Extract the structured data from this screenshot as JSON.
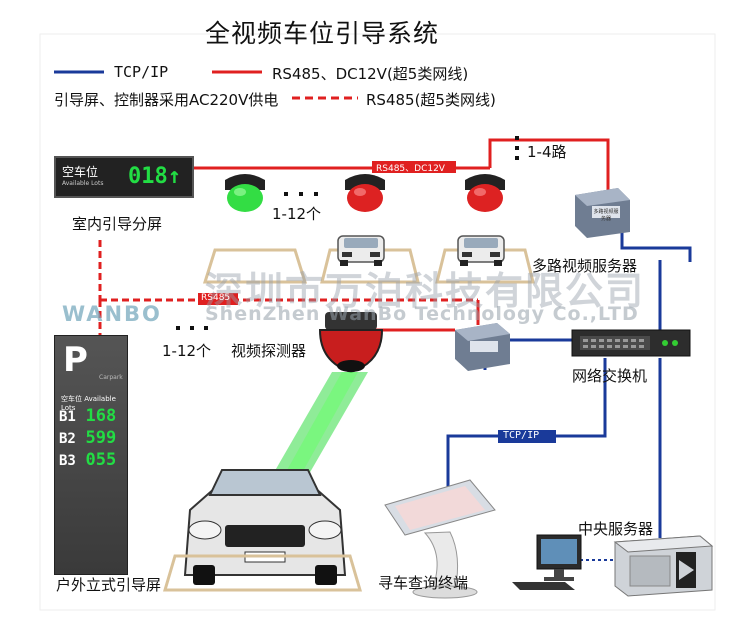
{
  "title": "全视频车位引导系统",
  "legend": {
    "tcpip": "TCP/IP",
    "rs485_dc12v": "RS485、DC12V(超5类网线)",
    "power_note": "引导屏、控制器采用AC220V供电",
    "rs485": "RS485(超5类网线)"
  },
  "labels": {
    "range_1_4": "1-4路",
    "range_1_12_top": "1-12个",
    "range_1_12_bottom": "1-12个",
    "rs485_dc12v_tag": "RS485、DC12V",
    "rs485_tag": "RS485",
    "tcpip_tag": "TCP/IP",
    "video_detector": "视频探测器",
    "indoor_screen": "室内引导分屏",
    "multi_video_server": "多路视频服务器",
    "network_switch": "网络交换机",
    "central_server": "中央服务器",
    "kiosk": "寻车查询终端",
    "outdoor_screen": "户外立式引导屏"
  },
  "indoor_sign": {
    "label": "空车位",
    "sublabel": "Available Lots",
    "count": "018↑"
  },
  "outdoor_sign": {
    "letter": "P",
    "carpark": "Carpark",
    "available": "空车位 Available Lots",
    "rows": [
      {
        "floor": "B1",
        "value": "168"
      },
      {
        "floor": "B2",
        "value": "599"
      },
      {
        "floor": "B3",
        "value": "055"
      }
    ]
  },
  "server_box_label": "多路视频服务器",
  "watermark": {
    "company_cn": "深圳市万泊科技有限公司",
    "company_en": "ShenZhen WanBo Technology Co.,LTD",
    "brand": "WANBO"
  },
  "colors": {
    "tcpip": "#1a3a9a",
    "rs485": "#e02020",
    "detector_light_green": "#33dd44",
    "detector_light_red": "#dd2222",
    "display_green": "#22dd44"
  }
}
